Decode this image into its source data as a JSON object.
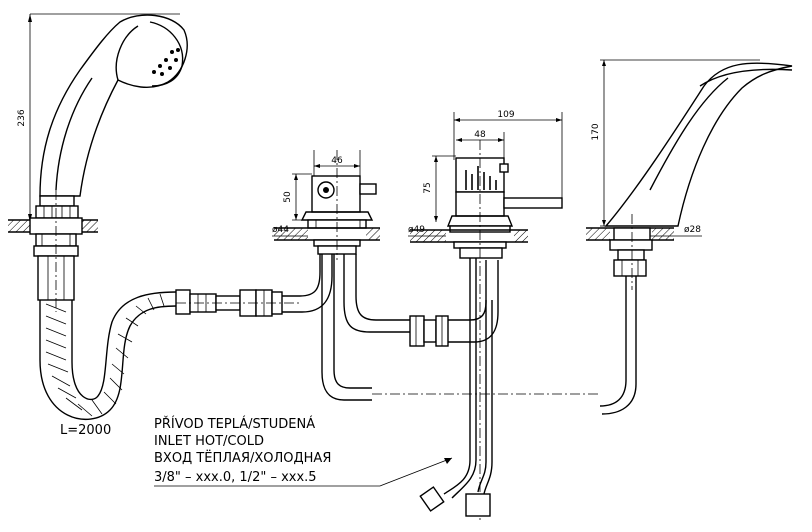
{
  "dimensions": {
    "shower_height": "236",
    "valve_width": "46",
    "valve_height": "50",
    "valve_base_dia": "ø44",
    "mixer_total_width": "109",
    "mixer_width": "48",
    "mixer_height": "75",
    "mixer_base_dia": "ø49",
    "spout_height": "170",
    "spout_base_dia": "ø28"
  },
  "hose_length": "L=2000",
  "inlet_note": {
    "line1": "PŘÍVOD TEPLÁ/STUDENÁ",
    "line2": "INLET HOT/COLD",
    "line3": "ВХОД ТЁПЛАЯ/ХОЛОДНАЯ",
    "line4": "3/8\" – xxx.0, 1/2\" – xxx.5"
  }
}
